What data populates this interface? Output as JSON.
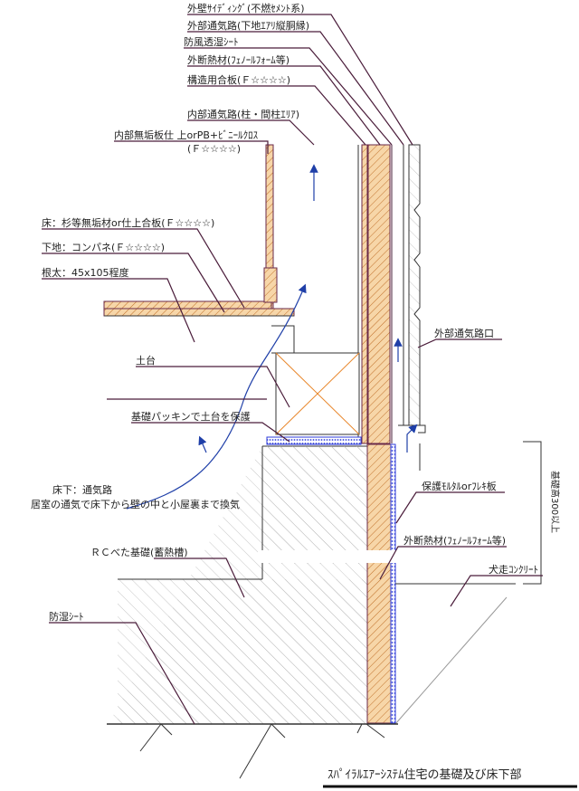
{
  "labels": {
    "siding": "外壁ｻｲﾃﾞｨﾝｸﾞ(不燃ｾﾒﾝﾄ系)",
    "outer_vent": "外部通気路(下地ｴｱﾘ縦胴縁)",
    "windproof_sheet": "防風透湿ｼｰﾄ",
    "outer_insulation": "外断熱材(ﾌｪﾉｰﾙﾌｫｰﾑ等)",
    "structural_plywood": "構造用合板(Ｆ☆☆☆☆)",
    "inner_vent": "内部通気路(柱・間柱ｴﾘｱ)",
    "inner_finish_1": "内部無垢板仕 上orPB+ﾋﾞﾆｰﾙｸﾛｽ",
    "inner_finish_2": "(Ｆ☆☆☆☆)",
    "floor_finish": "床：杉等無垢材or仕上合板(Ｆ☆☆☆☆)",
    "subfloor": "下地：コンパネ(Ｆ☆☆☆☆)",
    "joist": "根太：45x105程度",
    "sill": "土台",
    "packing": "基礎パッキンで土台を保護",
    "outer_vent_opening": "外部通気路口",
    "underfloor_vent_1": "床下：通気路",
    "underfloor_vent_2": "居室の通気で床下から壁の中と小屋裏まで換気",
    "mortar": "保護ﾓﾙﾀﾙorﾌﾚｷ板",
    "foundation_height": "基礎高300以上",
    "outer_insulation_2": "外断熱材(ﾌｪﾉｰﾙﾌｫｰﾑ等)",
    "rc_foundation": "ＲＣべた基礎(蓄熱槽)",
    "drip_concrete": "犬走ｺﾝｸﾘｰﾄ",
    "moisture_sheet": "防湿ｼｰﾄ",
    "title": "ｽﾊﾟｲﾗﾙｴｱｰｼｽﾃﾑ住宅の基礎及び床下部"
  },
  "colors": {
    "leader": "#4a1c3a",
    "arrow": "#1f3fa8",
    "insulation_fill": "#f4c98f",
    "hatch": "#b5651d",
    "orange_cross": "#e8862a",
    "blue_mortar": "#2d3bd8",
    "concrete_hatch": "#9a9a9a"
  }
}
